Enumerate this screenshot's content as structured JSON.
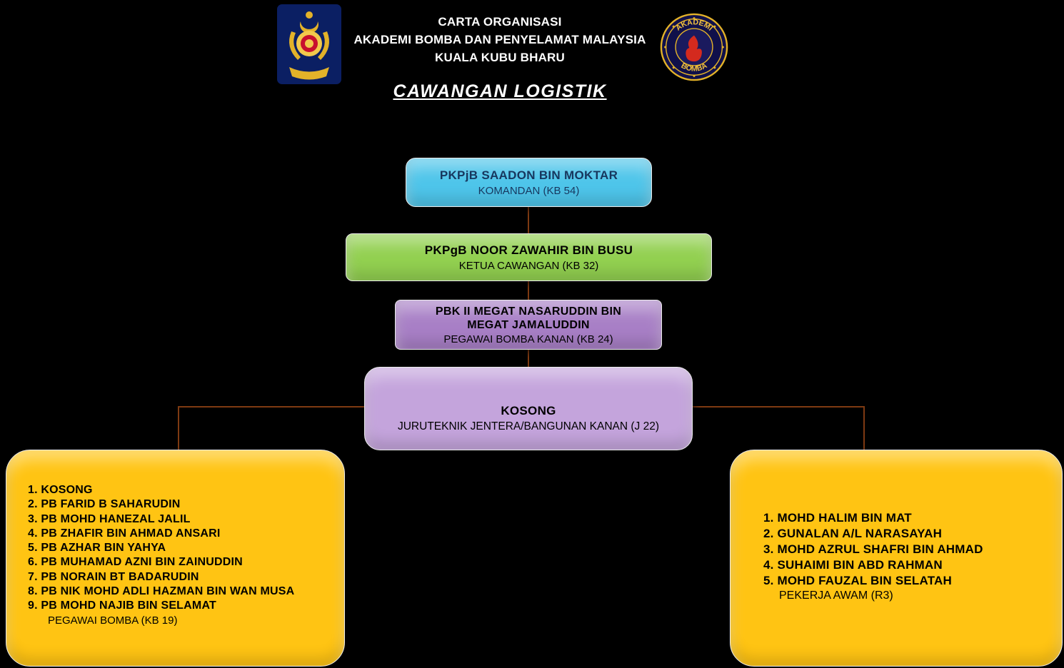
{
  "colors": {
    "bg": "#000000",
    "cyan": "#4EC5EA",
    "green": "#92D050",
    "purple": "#A87FC6",
    "light_purple": "#C4A4DC",
    "yellow": "#FFC413",
    "connector": "#7E3A12",
    "navy_text": "#17375E",
    "white_text": "#FFFFFF",
    "logo_navy": "#0B1F63",
    "logo_gold": "#E3B229",
    "flame_red": "#D42A1E"
  },
  "header": {
    "line1": "CARTA ORGANISASI",
    "line2": "AKADEMI BOMBA DAN PENYELAMAT MALAYSIA",
    "line3": "KUALA KUBU BHARU",
    "subtitle": "CAWANGAN  LOGISTIK"
  },
  "logos": {
    "left_name": "fire-and-rescue-department-crest",
    "right_name": "akademi-bomba-badge",
    "right_top_text": "AKADEMI",
    "right_bottom_text": "BOMBA"
  },
  "boxes": {
    "komandan": {
      "name": "PKPjB  SAADON BIN MOKTAR",
      "title": "KOMANDAN (KB 54)"
    },
    "ketua_cawangan": {
      "name": "PKPgB NOOR ZAWAHIR BIN BUSU",
      "title": "KETUA CAWANGAN (KB 32)"
    },
    "pegawai_bomba_kanan": {
      "name_line1": "PBK II MEGAT NASARUDDIN BIN",
      "name_line2": "MEGAT JAMALUDDIN",
      "title": "PEGAWAI BOMBA KANAN (KB 24)"
    },
    "juruteknik": {
      "name": "KOSONG",
      "title": "JURUTEKNIK JENTERA/BANGUNAN KANAN (J 22)"
    },
    "pegawai_bomba": {
      "items": [
        "1. KOSONG",
        "2. PB FARID B SAHARUDIN",
        "3. PB MOHD HANEZAL JALIL",
        "4. PB ZHAFIR BIN AHMAD ANSARI",
        "5. PB AZHAR BIN YAHYA",
        "6. PB MUHAMAD AZNI BIN ZAINUDDIN",
        "7. PB NORAIN BT BADARUDIN",
        "8. PB NIK MOHD ADLI HAZMAN BIN WAN MUSA",
        "9. PB MOHD NAJIB BIN SELAMAT"
      ],
      "footer": "PEGAWAI BOMBA (KB 19)"
    },
    "pekerja_awam": {
      "items": [
        "1. MOHD HALIM BIN MAT",
        "2. GUNALAN A/L NARASAYAH",
        "3. MOHD AZRUL SHAFRI BIN AHMAD",
        "4. SUHAIMI BIN ABD RAHMAN",
        "5. MOHD FAUZAL BIN SELATAH"
      ],
      "footer": "PEKERJA AWAM (R3)"
    }
  }
}
